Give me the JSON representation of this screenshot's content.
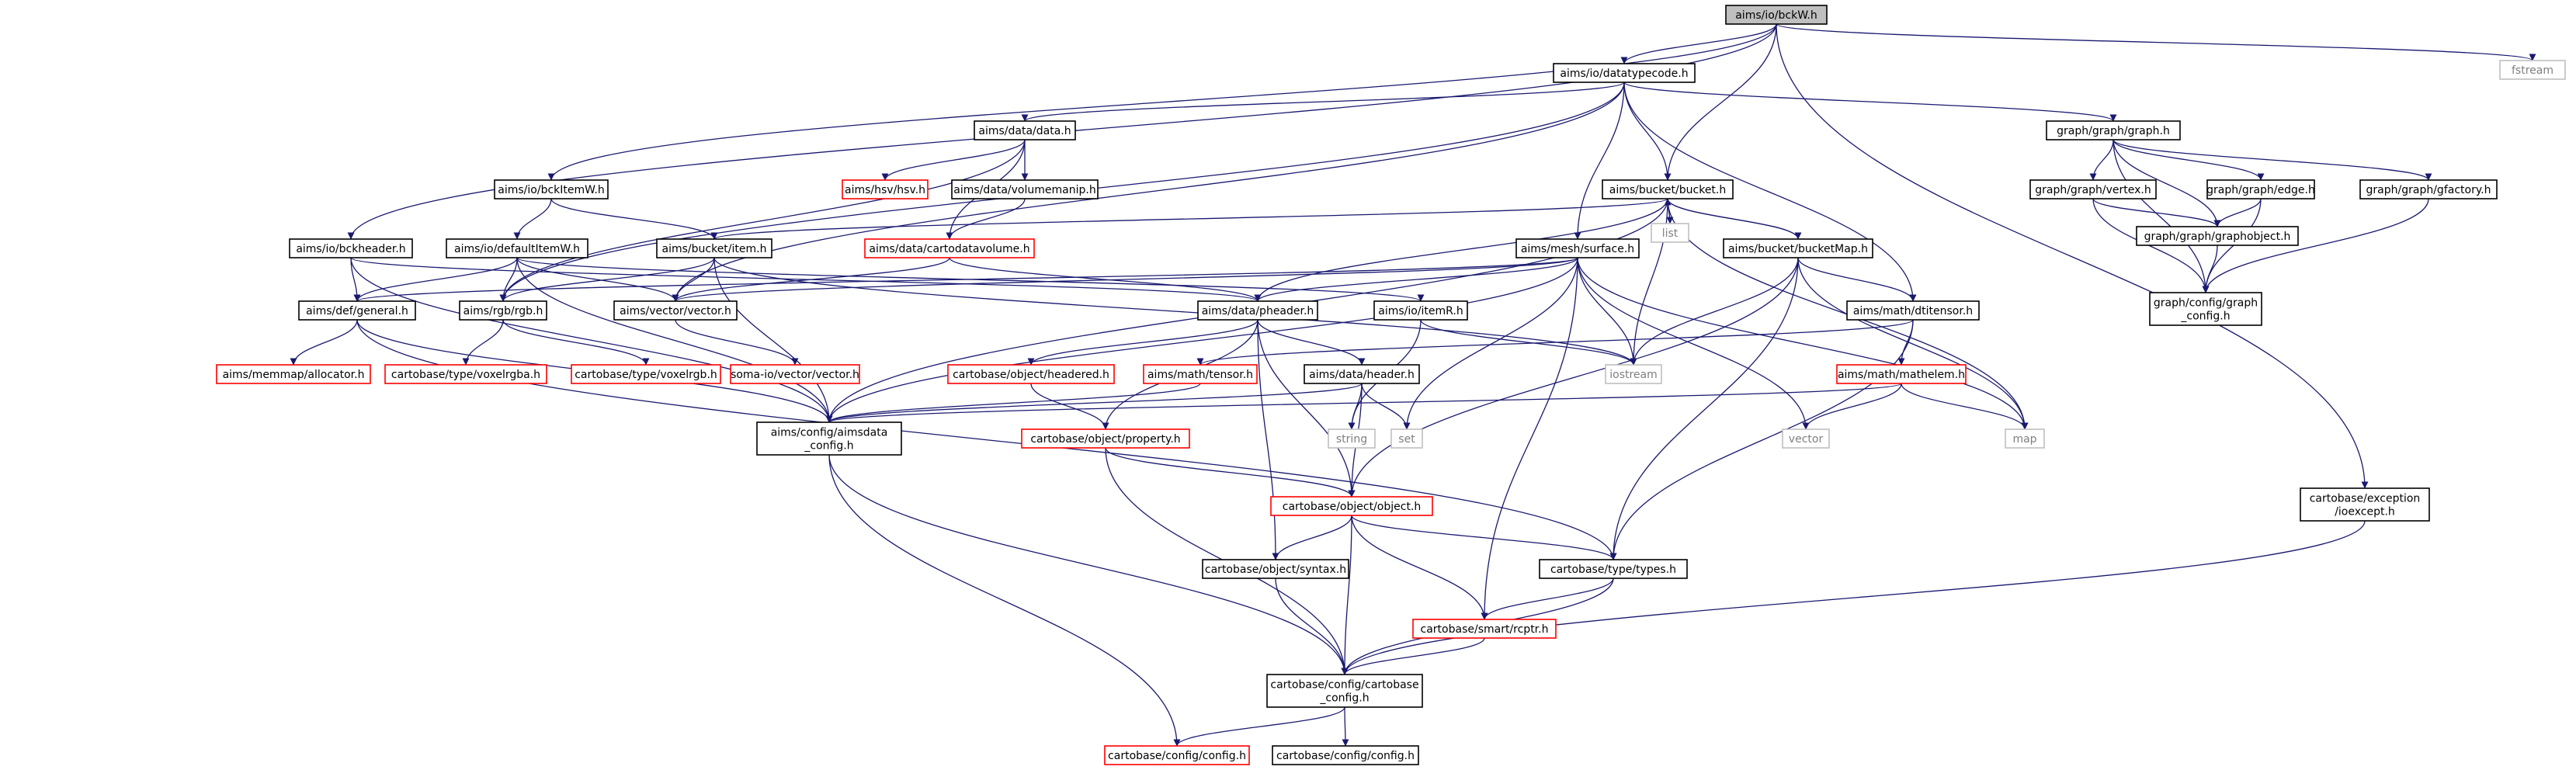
{
  "colors": {
    "edge": "#191970",
    "root_fill": "#bfbfbf",
    "node_fill": "#ffffff",
    "border_default": "#000000",
    "border_incomplete": "#ff0000",
    "border_external": "#bfbfbf",
    "text_default": "#000000",
    "text_external": "#7f7f7f"
  },
  "nodes": [
    {
      "id": "bckw",
      "label": [
        "aims/io/bckW.h"
      ],
      "style": "root"
    },
    {
      "id": "fstream",
      "label": [
        "fstream"
      ],
      "style": "external"
    },
    {
      "id": "datatypecode",
      "label": [
        "aims/io/datatypecode.h"
      ],
      "style": "normal"
    },
    {
      "id": "ioexcept",
      "label": [
        "cartobase/exception",
        "/ioexcept.h"
      ],
      "style": "normal"
    },
    {
      "id": "datah",
      "label": [
        "aims/data/data.h"
      ],
      "style": "normal"
    },
    {
      "id": "graphh",
      "label": [
        "graph/graph/graph.h"
      ],
      "style": "normal"
    },
    {
      "id": "bckitemw",
      "label": [
        "aims/io/bckItemW.h"
      ],
      "style": "normal"
    },
    {
      "id": "hsv",
      "label": [
        "aims/hsv/hsv.h"
      ],
      "style": "incomplete"
    },
    {
      "id": "volumemanip",
      "label": [
        "aims/data/volumemanip.h"
      ],
      "style": "normal"
    },
    {
      "id": "bucketh",
      "label": [
        "aims/bucket/bucket.h"
      ],
      "style": "normal"
    },
    {
      "id": "vertex",
      "label": [
        "graph/graph/vertex.h"
      ],
      "style": "normal"
    },
    {
      "id": "edge",
      "label": [
        "graph/graph/edge.h"
      ],
      "style": "normal"
    },
    {
      "id": "gfactory",
      "label": [
        "graph/graph/gfactory.h"
      ],
      "style": "normal"
    },
    {
      "id": "graphobject",
      "label": [
        "graph/graph/graphobject.h"
      ],
      "style": "normal"
    },
    {
      "id": "graphconfig",
      "label": [
        "graph/config/graph",
        "_config.h"
      ],
      "style": "normal"
    },
    {
      "id": "list",
      "label": [
        "list"
      ],
      "style": "external"
    },
    {
      "id": "bckheader",
      "label": [
        "aims/io/bckheader.h"
      ],
      "style": "normal"
    },
    {
      "id": "defaultitemw",
      "label": [
        "aims/io/defaultItemW.h"
      ],
      "style": "normal"
    },
    {
      "id": "itemh",
      "label": [
        "aims/bucket/item.h"
      ],
      "style": "normal"
    },
    {
      "id": "cartodatavolume",
      "label": [
        "aims/data/cartodatavolume.h"
      ],
      "style": "incomplete"
    },
    {
      "id": "surface",
      "label": [
        "aims/mesh/surface.h"
      ],
      "style": "normal"
    },
    {
      "id": "bucketmap",
      "label": [
        "aims/bucket/bucketMap.h"
      ],
      "style": "normal"
    },
    {
      "id": "general",
      "label": [
        "aims/def/general.h"
      ],
      "style": "normal"
    },
    {
      "id": "rgb",
      "label": [
        "aims/rgb/rgb.h"
      ],
      "style": "normal"
    },
    {
      "id": "vector",
      "label": [
        "aims/vector/vector.h"
      ],
      "style": "normal"
    },
    {
      "id": "pheader",
      "label": [
        "aims/data/pheader.h"
      ],
      "style": "normal"
    },
    {
      "id": "itemr",
      "label": [
        "aims/io/itemR.h"
      ],
      "style": "normal"
    },
    {
      "id": "dtitensor",
      "label": [
        "aims/math/dtitensor.h"
      ],
      "style": "normal"
    },
    {
      "id": "allocator",
      "label": [
        "aims/memmap/allocator.h"
      ],
      "style": "incomplete"
    },
    {
      "id": "voxelrgba",
      "label": [
        "cartobase/type/voxelrgba.h"
      ],
      "style": "incomplete"
    },
    {
      "id": "voxelrgb",
      "label": [
        "cartobase/type/voxelrgb.h"
      ],
      "style": "incomplete"
    },
    {
      "id": "somavector",
      "label": [
        "soma-io/vector/vector.h"
      ],
      "style": "incomplete"
    },
    {
      "id": "headered",
      "label": [
        "cartobase/object/headered.h"
      ],
      "style": "incomplete"
    },
    {
      "id": "tensor",
      "label": [
        "aims/math/tensor.h"
      ],
      "style": "incomplete"
    },
    {
      "id": "header",
      "label": [
        "aims/data/header.h"
      ],
      "style": "normal"
    },
    {
      "id": "iostream",
      "label": [
        "iostream"
      ],
      "style": "external"
    },
    {
      "id": "mathelem",
      "label": [
        "aims/math/mathelem.h"
      ],
      "style": "incomplete"
    },
    {
      "id": "aimsdataconfig",
      "label": [
        "aims/config/aimsdata",
        "_config.h"
      ],
      "style": "normal"
    },
    {
      "id": "property",
      "label": [
        "cartobase/object/property.h"
      ],
      "style": "incomplete"
    },
    {
      "id": "string",
      "label": [
        "string"
      ],
      "style": "external"
    },
    {
      "id": "set",
      "label": [
        "set"
      ],
      "style": "external"
    },
    {
      "id": "vectorstd",
      "label": [
        "vector"
      ],
      "style": "external"
    },
    {
      "id": "map",
      "label": [
        "map"
      ],
      "style": "external"
    },
    {
      "id": "object",
      "label": [
        "cartobase/object/object.h"
      ],
      "style": "incomplete"
    },
    {
      "id": "syntax",
      "label": [
        "cartobase/object/syntax.h"
      ],
      "style": "normal"
    },
    {
      "id": "types",
      "label": [
        "cartobase/type/types.h"
      ],
      "style": "normal"
    },
    {
      "id": "rcptr",
      "label": [
        "cartobase/smart/rcptr.h"
      ],
      "style": "incomplete"
    },
    {
      "id": "cartobaseconfig",
      "label": [
        "cartobase/config/cartobase",
        "_config.h"
      ],
      "style": "normal"
    },
    {
      "id": "configred",
      "label": [
        "cartobase/config/config.h"
      ],
      "style": "incomplete"
    },
    {
      "id": "configblack",
      "label": [
        "cartobase/config/config.h"
      ],
      "style": "normal"
    }
  ],
  "edges": [
    [
      "bckw",
      "fstream"
    ],
    [
      "bckw",
      "datatypecode"
    ],
    [
      "bckw",
      "bucketh"
    ],
    [
      "bckw",
      "bckitemw"
    ],
    [
      "bckw",
      "bckheader"
    ],
    [
      "bckw",
      "ioexcept"
    ],
    [
      "datatypecode",
      "datah"
    ],
    [
      "datatypecode",
      "graphh"
    ],
    [
      "datatypecode",
      "bucketh"
    ],
    [
      "datatypecode",
      "surface"
    ],
    [
      "datatypecode",
      "dtitensor"
    ],
    [
      "datatypecode",
      "rgb"
    ],
    [
      "datatypecode",
      "vector"
    ],
    [
      "datah",
      "hsv"
    ],
    [
      "datah",
      "volumemanip"
    ],
    [
      "datah",
      "cartodatavolume"
    ],
    [
      "datah",
      "rgb"
    ],
    [
      "volumemanip",
      "cartodatavolume"
    ],
    [
      "graphh",
      "vertex"
    ],
    [
      "graphh",
      "edge"
    ],
    [
      "graphh",
      "gfactory"
    ],
    [
      "graphh",
      "graphobject"
    ],
    [
      "graphh",
      "graphconfig"
    ],
    [
      "vertex",
      "graphobject"
    ],
    [
      "vertex",
      "graphconfig"
    ],
    [
      "edge",
      "graphobject"
    ],
    [
      "edge",
      "graphconfig"
    ],
    [
      "gfactory",
      "graphconfig"
    ],
    [
      "graphobject",
      "graphconfig"
    ],
    [
      "bckitemw",
      "defaultitemw"
    ],
    [
      "bckitemw",
      "itemh"
    ],
    [
      "bucketh",
      "list"
    ],
    [
      "bucketh",
      "iostream"
    ],
    [
      "bucketh",
      "map"
    ],
    [
      "bucketh",
      "itemh"
    ],
    [
      "bucketh",
      "bucketmap"
    ],
    [
      "bucketh",
      "pheader"
    ],
    [
      "bucketh",
      "aimsdataconfig"
    ],
    [
      "bucketmap",
      "bucketh"
    ],
    [
      "bucketmap",
      "iostream"
    ],
    [
      "bucketmap",
      "map"
    ],
    [
      "bucketmap",
      "dtitensor"
    ],
    [
      "bucketmap",
      "object"
    ],
    [
      "bucketmap",
      "types"
    ],
    [
      "bckheader",
      "general"
    ],
    [
      "bckheader",
      "pheader"
    ],
    [
      "bckheader",
      "aimsdataconfig"
    ],
    [
      "defaultitemw",
      "general"
    ],
    [
      "defaultitemw",
      "rgb"
    ],
    [
      "defaultitemw",
      "vector"
    ],
    [
      "defaultitemw",
      "itemr"
    ],
    [
      "defaultitemw",
      "aimsdataconfig"
    ],
    [
      "itemh",
      "vector"
    ],
    [
      "itemh",
      "rgb"
    ],
    [
      "itemh",
      "aimsdataconfig"
    ],
    [
      "itemh",
      "iostream"
    ],
    [
      "cartodatavolume",
      "vector"
    ],
    [
      "cartodatavolume",
      "pheader"
    ],
    [
      "surface",
      "vector"
    ],
    [
      "surface",
      "pheader"
    ],
    [
      "surface",
      "iostream"
    ],
    [
      "surface",
      "set"
    ],
    [
      "surface",
      "vectorstd"
    ],
    [
      "surface",
      "map"
    ],
    [
      "surface",
      "rcptr"
    ],
    [
      "surface",
      "general"
    ],
    [
      "surface",
      "aimsdataconfig"
    ],
    [
      "general",
      "allocator"
    ],
    [
      "general",
      "aimsdataconfig"
    ],
    [
      "general",
      "types"
    ],
    [
      "rgb",
      "voxelrgba"
    ],
    [
      "rgb",
      "voxelrgb"
    ],
    [
      "vector",
      "somavector"
    ],
    [
      "pheader",
      "headered"
    ],
    [
      "pheader",
      "header"
    ],
    [
      "pheader",
      "property"
    ],
    [
      "pheader",
      "object"
    ],
    [
      "pheader",
      "syntax"
    ],
    [
      "itemr",
      "iostream"
    ],
    [
      "itemr",
      "string"
    ],
    [
      "dtitensor",
      "tensor"
    ],
    [
      "dtitensor",
      "mathelem"
    ],
    [
      "dtitensor",
      "types"
    ],
    [
      "mathelem",
      "vectorstd"
    ],
    [
      "mathelem",
      "map"
    ],
    [
      "mathelem",
      "aimsdataconfig"
    ],
    [
      "tensor",
      "aimsdataconfig"
    ],
    [
      "header",
      "string"
    ],
    [
      "header",
      "set"
    ],
    [
      "header",
      "aimsdataconfig"
    ],
    [
      "header",
      "object"
    ],
    [
      "headered",
      "property"
    ],
    [
      "property",
      "object"
    ],
    [
      "property",
      "cartobaseconfig"
    ],
    [
      "object",
      "syntax"
    ],
    [
      "object",
      "types"
    ],
    [
      "object",
      "rcptr"
    ],
    [
      "object",
      "cartobaseconfig"
    ],
    [
      "syntax",
      "cartobaseconfig"
    ],
    [
      "types",
      "rcptr"
    ],
    [
      "types",
      "cartobaseconfig"
    ],
    [
      "rcptr",
      "cartobaseconfig"
    ],
    [
      "aimsdataconfig",
      "cartobaseconfig"
    ],
    [
      "aimsdataconfig",
      "configred"
    ],
    [
      "cartobaseconfig",
      "configred"
    ],
    [
      "cartobaseconfig",
      "configblack"
    ],
    [
      "ioexcept",
      "cartobaseconfig"
    ]
  ]
}
